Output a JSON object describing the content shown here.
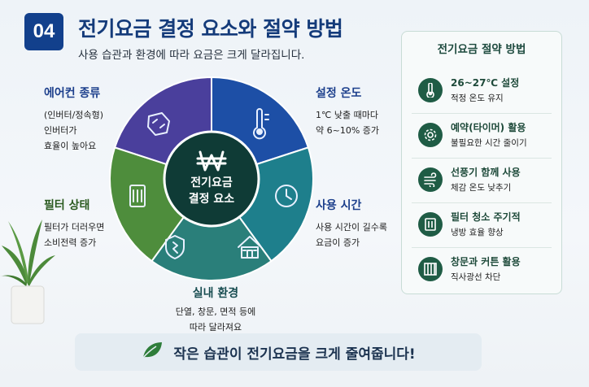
{
  "header": {
    "number": "04",
    "title": "전기요금 결정 요소와 절약 방법",
    "subtitle": "사용 습관과 환경에 따라 요금은 크게 달라집니다."
  },
  "wheel": {
    "center_icon": "won-icon",
    "center_line1": "전기요금",
    "center_line2": "결정 요소",
    "segments": [
      {
        "key": "temp",
        "title": "설정 온도",
        "desc1": "1℃ 낮출 때마다",
        "desc2": "약 6~10% 증가",
        "icon": "thermometer-icon",
        "color": "#1d4fa6"
      },
      {
        "key": "time",
        "title": "사용 시간",
        "desc1": "사용 시간이 길수록",
        "desc2": "요금이 증가",
        "icon": "clock-icon",
        "color": "#1e7f8c"
      },
      {
        "key": "env",
        "title": "실내 환경",
        "desc1": "단열, 창문, 면적 등에",
        "desc2": "따라 달라져요",
        "icon": "house-icon",
        "color": "#2a7f7a"
      },
      {
        "key": "filter",
        "title": "필터 상태",
        "desc1": "필터가 더러우면",
        "desc2": "소비전력 증가",
        "icon": "filter-icon",
        "color": "#4e8d3c"
      },
      {
        "key": "type",
        "title": "에어컨 종류",
        "desc1": "(인버터/정속형)",
        "desc2": "인버터가",
        "desc3": "효율이 높아요",
        "icon": "aircon-icon",
        "color": "#4a3f9c"
      }
    ]
  },
  "tips": {
    "title": "전기요금 절약 방법",
    "items": [
      {
        "title": "26~27℃ 설정",
        "desc": "적정 온도 유지",
        "icon": "thermometer-icon"
      },
      {
        "title": "예약(타이머) 활용",
        "desc": "불필요한 시간 줄이기",
        "icon": "gear-icon"
      },
      {
        "title": "선풍기 함께 사용",
        "desc": "체감 온도 낮추기",
        "icon": "wind-icon"
      },
      {
        "title": "필터 청소 주기적",
        "desc": "냉방 효율 향상",
        "icon": "filter-icon"
      },
      {
        "title": "창문과 커튼 활용",
        "desc": "직사광선 차단",
        "icon": "window-icon"
      }
    ]
  },
  "banner": {
    "icon": "leaf-icon",
    "text": "작은 습관이 전기요금을 크게 줄여줍니다!",
    "accent_color": "#2e7d3a"
  }
}
